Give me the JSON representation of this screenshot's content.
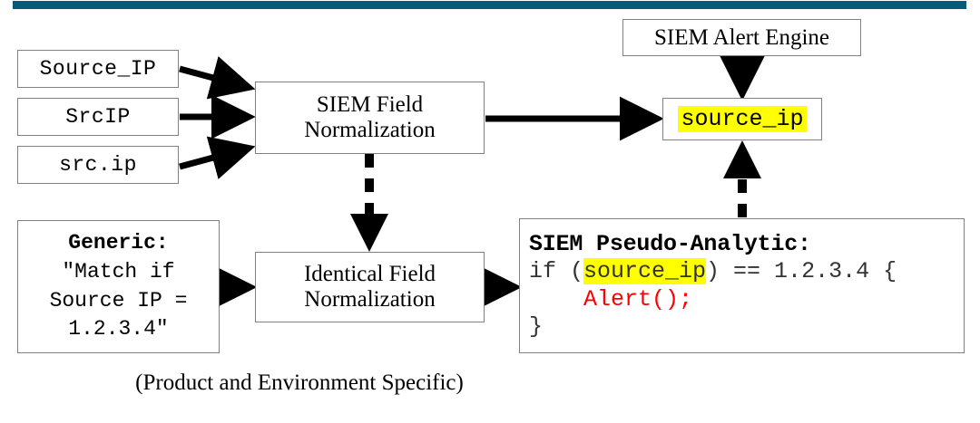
{
  "page": {
    "accent_color": "#065b79",
    "highlight_color": "#ffff00",
    "alert_color": "#ff0000",
    "border_color": "#808080"
  },
  "source_fields": [
    {
      "label": "Source_IP",
      "name": "source-ip-field-box"
    },
    {
      "label": "SrcIP",
      "name": "srcip-field-box"
    },
    {
      "label": "src.ip",
      "name": "src-ip-field-box"
    }
  ],
  "processes": {
    "siem_field_normalization": {
      "line1": "SIEM Field",
      "line2": "Normalization"
    },
    "identical_field_normalization": {
      "line1": "Identical Field",
      "line2": "Normalization"
    }
  },
  "alert_engine": {
    "label": "SIEM Alert Engine"
  },
  "normalized_field": {
    "label": "source_ip"
  },
  "generic_rule": {
    "header": "Generic:",
    "line1": "\"Match if",
    "line2": "Source IP =",
    "line3": "1.2.3.4\""
  },
  "pseudo_analytic": {
    "header": "SIEM Pseudo-Analytic:",
    "code_prefix": "if (",
    "code_field": "source_ip",
    "code_suffix": ") == 1.2.3.4 {",
    "code_alert": "    Alert();",
    "code_close": "}"
  },
  "footer": {
    "caption": "(Product and Environment Specific)"
  }
}
